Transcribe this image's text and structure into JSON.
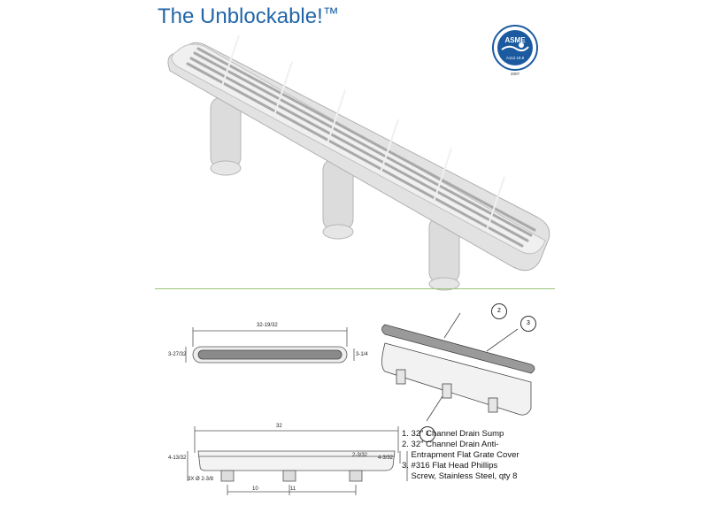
{
  "header": {
    "title": "The Unblockable!",
    "trademark": "™"
  },
  "logo": {
    "name": "ASME",
    "standard": "A112.19.8",
    "year": "2007"
  },
  "dimensions": {
    "top_length": "32-19/32",
    "top_left": "3-27/32",
    "top_right": "3-1/4",
    "side_length": "32",
    "side_left": "4-13/32",
    "side_right_inner": "2-3/32",
    "side_right_outer": "4-3/32",
    "pipe": "3X  Ø 2-3/8",
    "spacing_1": "10",
    "spacing_2": "11"
  },
  "callouts": [
    "1",
    "2",
    "3"
  ],
  "parts_list": [
    "1. 32\" Channel Drain Sump",
    "2. 32\" Channel Drain Anti-",
    "    Entrapment Flat Grate Cover",
    "3. #316 Flat Head Phillips",
    "    Screw, Stainless Steel, qty 8"
  ]
}
